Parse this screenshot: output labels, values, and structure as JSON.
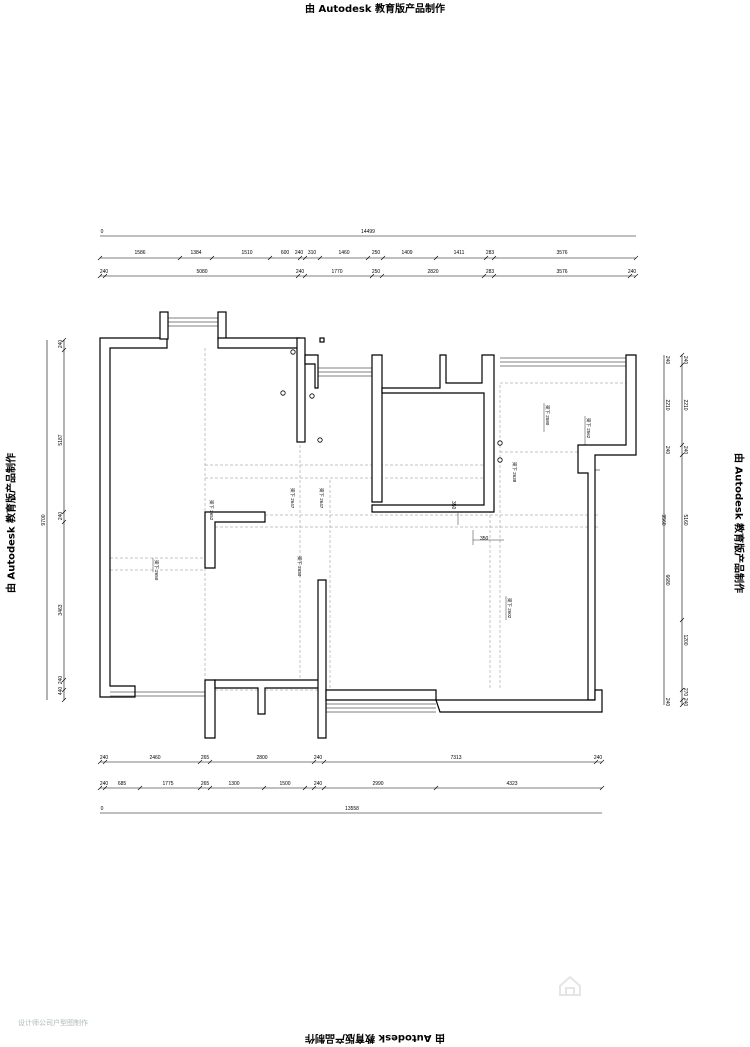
{
  "stamps": {
    "top": "由 Autodesk 教育版产品制作",
    "bottom": "由 Autodesk 教育版产品制作",
    "left": "由 Autodesk 教育版产品制作",
    "right": "由 Autodesk 教育版产品制作"
  },
  "dimensions": {
    "top_total": "14499",
    "top_zero": "0",
    "top_row1": [
      "1586",
      "1384",
      "1510",
      "600",
      "240",
      "310",
      "1460",
      "250",
      "1409",
      "1411",
      "283",
      "3576"
    ],
    "top_row2": [
      "240",
      "5080",
      "240",
      "1770",
      "250",
      "2820",
      "283",
      "3576",
      "240"
    ],
    "bottom_row1": [
      "240",
      "2460",
      "265",
      "2800",
      "240",
      "7313",
      "240"
    ],
    "bottom_row2": [
      "240",
      "685",
      "1775",
      "265",
      "1300",
      "1500",
      "240",
      "2990",
      "4323"
    ],
    "bottom_total": "13558",
    "bottom_zero": "0",
    "left_total": "9700",
    "left_parts": [
      "240",
      "5187",
      "240",
      "3463",
      "240",
      "440"
    ],
    "right_total": "9560",
    "right_inner": [
      "240",
      "2210",
      "240",
      "5160",
      "1200",
      "270",
      "240"
    ],
    "right_outer": [
      "240",
      "2210",
      "240",
      "6680",
      "240"
    ]
  },
  "annotations": {
    "ceiling_labels": [
      "梁下 2650",
      "梁下 2652",
      "梁下 2647",
      "梁下 2647",
      "梁下 2630",
      "梁下 2580",
      "梁下 2562",
      "梁下 2638",
      "梁下 2602"
    ],
    "dim_350_a": "350",
    "dim_350_b": "350"
  },
  "watermark": "设计师公司户型图制作"
}
